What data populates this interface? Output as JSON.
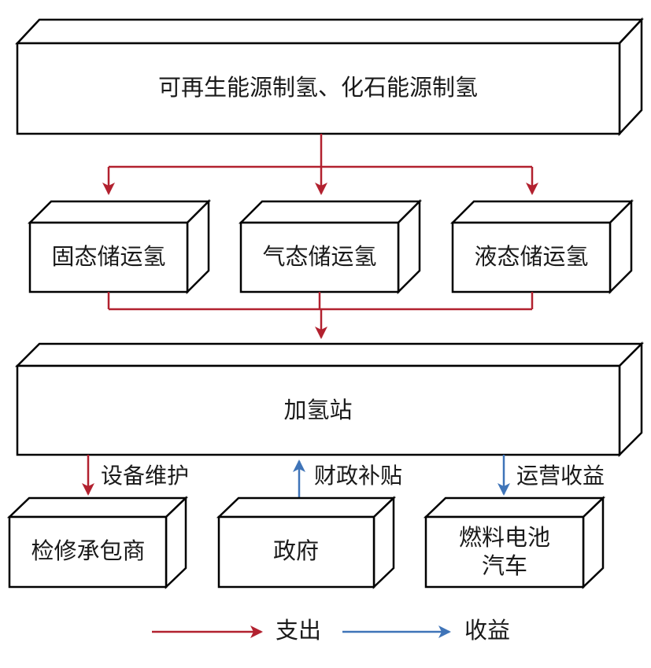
{
  "colors": {
    "expense": "#b2212f",
    "income": "#3f74b8",
    "box_stroke": "#000000"
  },
  "boxes": {
    "production": "可再生能源制氢、化石能源制氢",
    "storage_solid": "固态储运氢",
    "storage_gas": "气态储运氢",
    "storage_liquid": "液态储运氢",
    "station": "加氢站",
    "contractor": "检修承包商",
    "government": "政府",
    "fcv_line1": "燃料电池",
    "fcv_line2": "汽车"
  },
  "flows": {
    "maintenance": "设备维护",
    "subsidy": "财政补贴",
    "revenue": "运营收益"
  },
  "legend": {
    "expense": "支出",
    "income": "收益"
  }
}
